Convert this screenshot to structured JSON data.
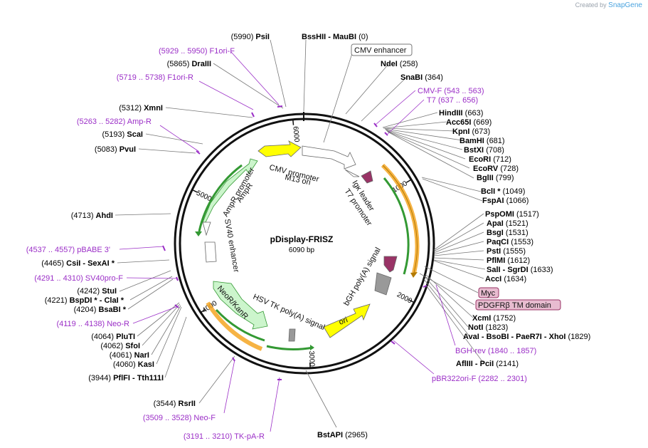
{
  "credit": {
    "prefix": "Created by",
    "brand": "SnapGene"
  },
  "plasmid": {
    "name": "pDisplay-FRISZ",
    "size_label": "6090 bp",
    "length": 6090
  },
  "colors": {
    "enzyme": "#000000",
    "primer": "#9b2fc7",
    "ring": "#111111",
    "promoter": "#ffffff",
    "promoter_stroke": "#666666",
    "ori": "#ffff00",
    "ampr": "#ccf5cc",
    "ampr_stroke": "#339933",
    "sig": "#993366",
    "green": "#339933",
    "orange": "#f5a623",
    "tag_fill": "#e8bcd0",
    "tag_stroke": "#993366",
    "bgh": "#999999"
  },
  "ticks": [
    {
      "label": "1000",
      "pos": 1000
    },
    {
      "label": "2000",
      "pos": 2000
    },
    {
      "label": "3000",
      "pos": 3000
    },
    {
      "label": "4000",
      "pos": 4000
    },
    {
      "label": "5000",
      "pos": 5000
    },
    {
      "label": "6000",
      "pos": 6000
    }
  ],
  "enzyme_labels": [
    {
      "pos": "(0)",
      "name": "BssHII - MauBI",
      "bp": 0
    },
    {
      "pos": "(258)",
      "name": "NdeI",
      "bp": 258
    },
    {
      "pos": "(364)",
      "name": "SnaBI",
      "bp": 364
    },
    {
      "pos": "(663)",
      "name": "HindIII",
      "bp": 663
    },
    {
      "pos": "(669)",
      "name": "Acc65I",
      "bp": 669
    },
    {
      "pos": "(673)",
      "name": "KpnI",
      "bp": 673
    },
    {
      "pos": "(681)",
      "name": "BamHI",
      "bp": 681
    },
    {
      "pos": "(708)",
      "name": "BstXI",
      "bp": 708
    },
    {
      "pos": "(712)",
      "name": "EcoRI",
      "bp": 712
    },
    {
      "pos": "(728)",
      "name": "EcoRV",
      "bp": 728
    },
    {
      "pos": "(799)",
      "name": "BglII",
      "bp": 799
    },
    {
      "pos": "(1049)",
      "name": "BclI *",
      "bp": 1049
    },
    {
      "pos": "(1066)",
      "name": "FspAI",
      "bp": 1066
    },
    {
      "pos": "(1517)",
      "name": "PspOMI",
      "bp": 1517
    },
    {
      "pos": "(1521)",
      "name": "ApaI",
      "bp": 1521
    },
    {
      "pos": "(1531)",
      "name": "BsgI",
      "bp": 1531
    },
    {
      "pos": "(1553)",
      "name": "PaqCI",
      "bp": 1553
    },
    {
      "pos": "(1555)",
      "name": "PstI",
      "bp": 1555
    },
    {
      "pos": "(1612)",
      "name": "PflMI",
      "bp": 1612
    },
    {
      "pos": "(1633)",
      "name": "SalI - SgrDI",
      "bp": 1633
    },
    {
      "pos": "(1634)",
      "name": "AccI",
      "bp": 1634
    },
    {
      "pos": "(1752)",
      "name": "XcmI",
      "bp": 1752
    },
    {
      "pos": "(1823)",
      "name": "NotI",
      "bp": 1823
    },
    {
      "pos": "(1829)",
      "name": "AvaI - BsoBI - PaeR7I - XhoI",
      "bp": 1829
    },
    {
      "pos": "(2141)",
      "name": "AflIII - PciI",
      "bp": 2141
    },
    {
      "pos": "(2965)",
      "name": "BstAPI",
      "bp": 2965
    },
    {
      "pos": "(3544)",
      "name": "RsrII",
      "bp": 3544
    },
    {
      "pos": "(3944)",
      "name": "PflFI - Tth111I",
      "bp": 3944
    },
    {
      "pos": "(4060)",
      "name": "KasI",
      "bp": 4060
    },
    {
      "pos": "(4061)",
      "name": "NarI",
      "bp": 4061
    },
    {
      "pos": "(4062)",
      "name": "SfoI",
      "bp": 4062
    },
    {
      "pos": "(4064)",
      "name": "PluTI",
      "bp": 4064
    },
    {
      "pos": "(4204)",
      "name": "BsaBI *",
      "bp": 4204
    },
    {
      "pos": "(4221)",
      "name": "BspDI * - ClaI *",
      "bp": 4221
    },
    {
      "pos": "(4242)",
      "name": "StuI",
      "bp": 4242
    },
    {
      "pos": "(4465)",
      "name": "CsiI - SexAI *",
      "bp": 4465
    },
    {
      "pos": "(4713)",
      "name": "AhdI",
      "bp": 4713
    },
    {
      "pos": "(5083)",
      "name": "PvuI",
      "bp": 5083
    },
    {
      "pos": "(5193)",
      "name": "ScaI",
      "bp": 5193
    },
    {
      "pos": "(5312)",
      "name": "XmnI",
      "bp": 5312
    },
    {
      "pos": "(5865)",
      "name": "DraIII",
      "bp": 5865
    },
    {
      "pos": "(5990)",
      "name": "PsiI",
      "bp": 5990
    }
  ],
  "primer_labels": [
    {
      "text": "CMV-F (543 .. 563)",
      "bp": 553
    },
    {
      "text": "T7 (637 .. 656)",
      "bp": 646
    },
    {
      "text": "BGH-rev (1840 .. 1857)",
      "bp": 1848
    },
    {
      "text": "pBR322ori-F (2282 .. 2301)",
      "bp": 2291
    },
    {
      "text": "(3191 .. 3210) TK-pA-R",
      "bp": 3200
    },
    {
      "text": "(3509 .. 3528) Neo-F",
      "bp": 3518
    },
    {
      "text": "(4119 .. 4138) Neo-R",
      "bp": 4128
    },
    {
      "text": "(4291 .. 4310) SV40pro-F",
      "bp": 4300
    },
    {
      "text": "(4537 .. 4557) pBABE 3'",
      "bp": 4547
    },
    {
      "text": "(5263 .. 5282) Amp-R",
      "bp": 5272
    },
    {
      "text": "(5719 .. 5738) F1ori-R",
      "bp": 5728
    },
    {
      "text": "(5929 .. 5950) F1ori-F",
      "bp": 5940
    }
  ],
  "features": [
    {
      "name": "CMV enhancer",
      "boxed": true
    },
    {
      "name": "CMV promoter"
    },
    {
      "name": "M13 ori"
    },
    {
      "name": "Igκ leader"
    },
    {
      "name": "T7 promoter"
    },
    {
      "name": "Myc",
      "tag": true
    },
    {
      "name": "PDGFRβ TM domain",
      "tag": true
    },
    {
      "name": "bGH poly(A) signal"
    },
    {
      "name": "ori"
    },
    {
      "name": "HSV TK poly(A) signal"
    },
    {
      "name": "NeoR/KanR"
    },
    {
      "name": "SV40 enhancer"
    },
    {
      "name": "AmpR promoter"
    },
    {
      "name": "AmpR"
    }
  ]
}
